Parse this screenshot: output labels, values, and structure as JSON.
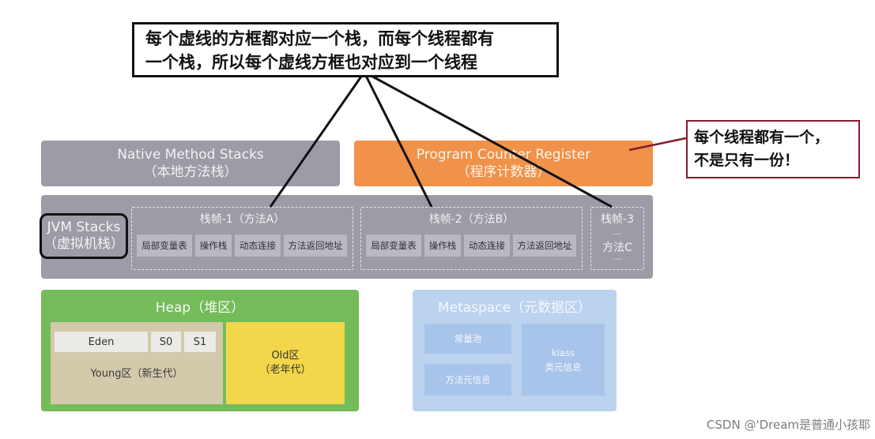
{
  "callout_top": {
    "line1": "每个虚线的方框都对应一个栈，而每个线程都有",
    "line2": "一个栈，所以每个虚线方框也对应到一个线程"
  },
  "callout_right": {
    "line1": "每个线程都有一个，",
    "line2": "不是只有一份！"
  },
  "native_stacks": {
    "name": "Native Method Stacks",
    "subtitle": "（本地方法栈）"
  },
  "program_counter": {
    "name": "Program Counter Register",
    "subtitle": "（程序计数器）"
  },
  "jvm_stacks": {
    "name": "JVM Stacks",
    "subtitle": "（虚拟机栈）",
    "frames": [
      {
        "title": "栈帧-1（方法A）",
        "cells": [
          "局部变量表",
          "操作栈",
          "动态连接",
          "方法返回地址"
        ]
      },
      {
        "title": "栈帧-2（方法B）",
        "cells": [
          "局部变量表",
          "操作栈",
          "动态连接",
          "方法返回地址"
        ]
      },
      {
        "title": "栈帧-3",
        "ellipsis_top": "…",
        "method": "方法C",
        "ellipsis_bottom": "…"
      }
    ]
  },
  "heap": {
    "title": "Heap（堆区）",
    "eden": "Eden",
    "s0": "S0",
    "s1": "S1",
    "young": "Young区（新生代）",
    "old_line1": "Old区",
    "old_line2": "（老年代）"
  },
  "metaspace": {
    "title": "Metaspace（元数据区）",
    "constant_pool": "常量池",
    "method_meta": "方法元信息",
    "klass": "klass",
    "class_meta": "类元信息"
  },
  "watermark": "CSDN @'Dream是普通小孩耶",
  "colors": {
    "native": "#9c9ca6",
    "program_counter": "#f0924a",
    "heap": "#74bc5a",
    "old_gen": "#f3d74a",
    "metaspace": "#bcd3ef",
    "callout_right_border": "#8b1a2b"
  }
}
